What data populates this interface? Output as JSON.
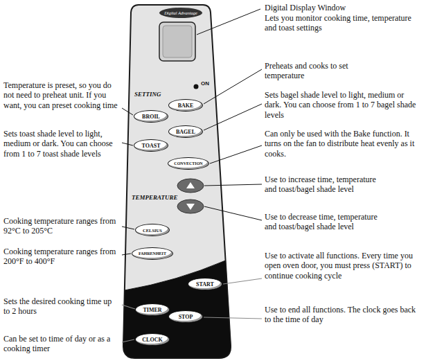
{
  "diagram": {
    "nodes": [
      {
        "text": [
          "SETTING",
          "TEMPERATURE"
        ]
      },
      {
        "text": [
          "Digital Advantage"
        ],
        "in": 0
      },
      {
        "text": [
          "BAKE"
        ],
        "in": 0
      },
      {
        "text": [
          "BROIL"
        ],
        "in": 0
      },
      {
        "text": [
          "BAGEL"
        ],
        "in": 0
      },
      {
        "text": [
          "TOAST"
        ],
        "in": 0
      },
      {
        "text": [
          "CONVECTION"
        ],
        "in": 0
      },
      {
        "text": [
          "CELSIUS"
        ],
        "in": 0
      },
      {
        "text": [
          "FAHRENHEIT"
        ],
        "in": 0
      },
      {
        "text": [
          "START"
        ],
        "in": 0
      },
      {
        "text": [
          "TIMER"
        ],
        "in": 0
      },
      {
        "text": [
          "STOP"
        ],
        "in": 0
      },
      {
        "text": [
          "CLOCK"
        ],
        "in": 0
      }
    ],
    "labels": [
      "Digital Display Window",
      "Lets you monitor cooking time, temperature and toast settings",
      "ON",
      "Temperature is preset, so you do not need to preheat unit. If you want, you can preset cooking time",
      "Preheats and cooks to set temperature",
      "Sets bagel shade level to light, medium or dark. You can choose from 1 to 7 bagel shade levels",
      "Sets toast shade level to light, medium or dark. You can choose from 1 to 7 toast shade levels",
      "Can only be used with the Bake function. It turns on the fan to distribute heat evenly as it cooks.",
      "Use to increase time, temperature and toast/bagel shade level",
      "Use to decrease time, temperature and toast/bagel shade level",
      "Cooking temperature ranges from 92°C to 205°C",
      "Cooking temperature ranges from 200°F to 400°F",
      "Use to activate all functions. Every time you open oven door, you must press (START) to continue cooking cycle",
      "Sets the desired cooking time up to 2 hours",
      "Use to end all functions. The clock goes back to the time of day",
      "Can be set to time of day or as a cooking timer"
    ]
  }
}
